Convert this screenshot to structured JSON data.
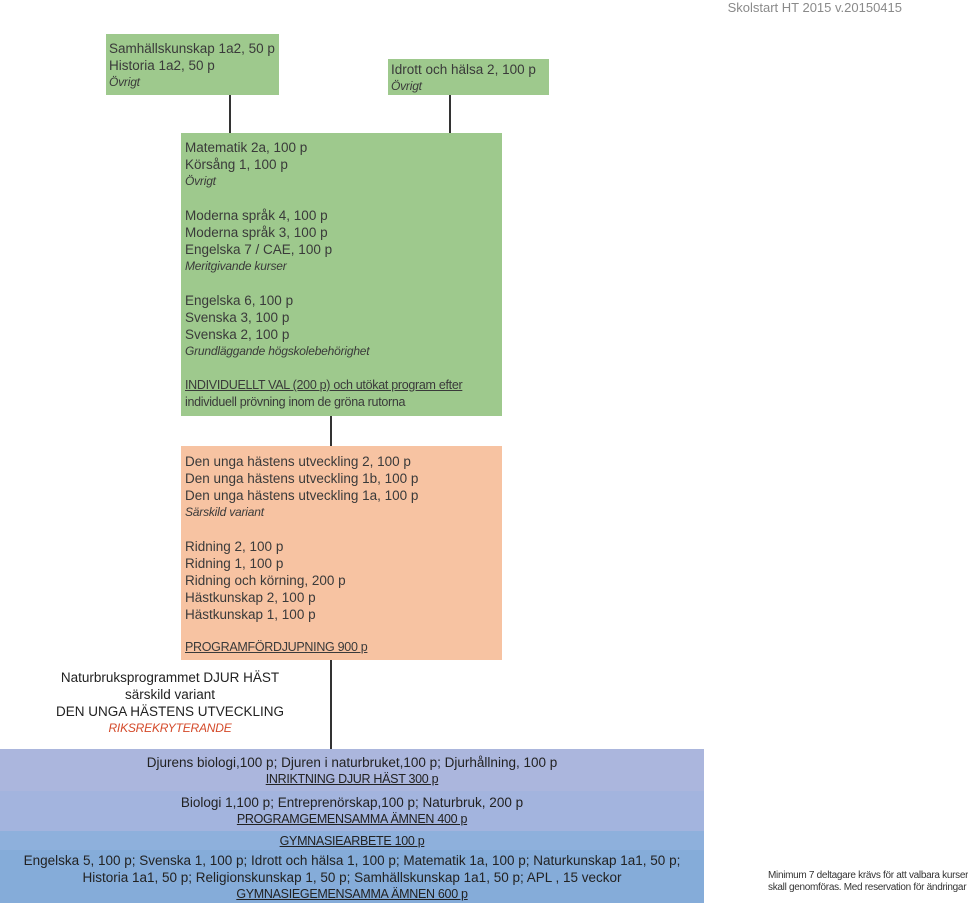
{
  "header": {
    "version": "Skolstart HT 2015 v.20150415"
  },
  "colors": {
    "green": "#9ec98d",
    "salmon": "#f7c3a2",
    "blue1": "#abb6dd",
    "blue2": "#a3b4de",
    "blue3": "#9db7e0",
    "blue4": "#8eb0dc",
    "blue5": "#85acd9",
    "line": "#333333",
    "riksrek": "#d44a2a"
  },
  "box_sam": {
    "lines": [
      "Samhällskunskap 1a2, 50 p",
      "Historia 1a2, 50  p"
    ],
    "category": "Övrigt"
  },
  "box_idrott": {
    "lines": [
      "Idrott och hälsa 2, 100 p"
    ],
    "category": "Övrigt"
  },
  "box_main": {
    "group1": [
      "Matematik 2a, 100 p",
      "Körsång 1, 100 p"
    ],
    "group1_cat": "Övrigt",
    "group2": [
      "Moderna språk 4, 100 p",
      "Moderna språk 3, 100 p",
      "Engelska 7 / CAE, 100 p"
    ],
    "group2_cat": "Meritgivande kurser",
    "group3": [
      "Engelska 6, 100 p",
      "Svenska 3, 100 p",
      "Svenska 2, 100 p"
    ],
    "group3_cat": "Grundläggande högskolebehörighet",
    "individual_line1": "INDIVIDUELLT VAL (200 p) och utökat program efter",
    "individual_line2": "individuell prövning  inom de gröna rutorna"
  },
  "box_variant": {
    "group1": [
      "Den unga hästens utveckling 2, 100 p",
      "Den unga hästens utveckling 1b, 100 p",
      "Den unga hästens utveckling 1a, 100 p"
    ],
    "group1_cat": "Särskild variant",
    "group2": [
      "Ridning 2, 100 p",
      "Ridning 1, 100 p",
      "Ridning och körning, 200 p",
      "Hästkunskap 2, 100 p",
      "Hästkunskap 1, 100 p"
    ],
    "title": "PROGRAMFÖRDJUPNING 900 p"
  },
  "program_label": {
    "line1": "Naturbruksprogrammet DJUR HÄST",
    "line2": "särskild variant",
    "line3": "DEN UNGA HÄSTENS UTVECKLING",
    "line4": "RIKSREKRYTERANDE"
  },
  "bars": {
    "inriktning_courses": "Djurens biologi,100 p; Djuren i naturbruket,100 p; Djurhållning, 100 p",
    "inriktning_title": "INRIKTNING DJUR HÄST 300 p",
    "programgem_courses": "Biologi 1,100 p;  Entreprenörskap,100 p; Naturbruk, 200 p",
    "programgem_title": "PROGRAMGEMENSAMMA ÄMNEN 400 p",
    "gymnasiearbete_title": "GYMNASIEARBETE 100 p",
    "gemensamma_line1": "Engelska 5, 100 p;  Svenska 1, 100 p; Idrott och hälsa 1, 100 p; Matematik 1a, 100 p;  Naturkunskap 1a1, 50 p;",
    "gemensamma_line2": "Historia 1a1, 50 p; Religionskunskap 1, 50 p; Samhällskunskap 1a1, 50 p;  APL , 15 veckor",
    "gemensamma_title": "GYMNASIEGEMENSAMMA ÄMNEN 600 p"
  },
  "footnote": {
    "line1": "Minimum 7 deltagare krävs för att valbara kurser",
    "line2": "skall genomföras. Med reservation för ändringar"
  }
}
